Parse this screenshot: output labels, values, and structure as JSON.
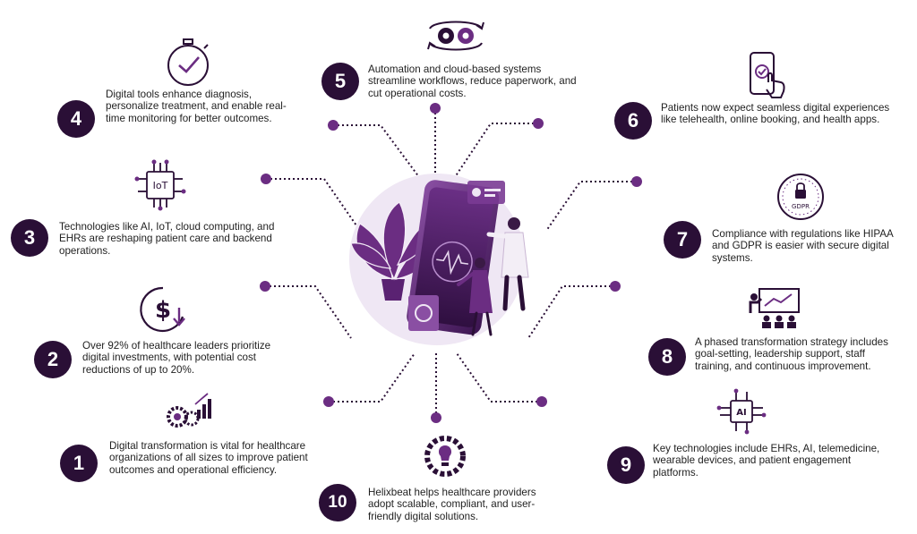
{
  "colors": {
    "accent": "#2a0f36",
    "purple": "#6b2d82",
    "light": "#efe7f4"
  },
  "items": [
    {
      "number": "1",
      "text": "Digital transformation is vital for healthcare organizations of all sizes to improve patient outcomes and operational efficiency.",
      "icon": "gears-growth-icon"
    },
    {
      "number": "2",
      "text": "Over 92% of healthcare leaders prioritize digital investments, with potential cost reductions of up to 20%.",
      "icon": "dollar-down-icon"
    },
    {
      "number": "3",
      "text": "Technologies like AI, IoT, cloud computing, and EHRs are reshaping patient care and backend operations.",
      "icon": "iot-chip-icon"
    },
    {
      "number": "4",
      "text": "Digital tools enhance diagnosis, personalize treatment, and enable real-time monitoring for better outcomes.",
      "icon": "stopwatch-check-icon"
    },
    {
      "number": "5",
      "text": "Automation and cloud-based systems streamline workflows, reduce paperwork, and cut operational costs.",
      "icon": "cycle-gears-icon"
    },
    {
      "number": "6",
      "text": "Patients now expect seamless digital experiences like telehealth, online booking, and health apps.",
      "icon": "phone-tap-icon"
    },
    {
      "number": "7",
      "text": "Compliance with regulations like HIPAA and GDPR is easier with secure digital systems.",
      "icon": "gdpr-seal-icon"
    },
    {
      "number": "8",
      "text": "A phased transformation strategy includes goal-setting, leadership support, staff training, and continuous improvement.",
      "icon": "presentation-board-icon"
    },
    {
      "number": "9",
      "text": "Key technologies include EHRs, AI, telemedicine, wearable devices, and patient engagement platforms.",
      "icon": "ai-chip-icon"
    },
    {
      "number": "10",
      "text": "Helixbeat helps healthcare providers adopt scalable, compliant, and user-friendly digital solutions.",
      "icon": "lightbulb-gear-icon"
    }
  ],
  "illustration": {
    "icon": "digital-health-phone-illustration",
    "gdpr_label": "GDPR",
    "iot_label": "IoT",
    "ai_label": "AI"
  }
}
